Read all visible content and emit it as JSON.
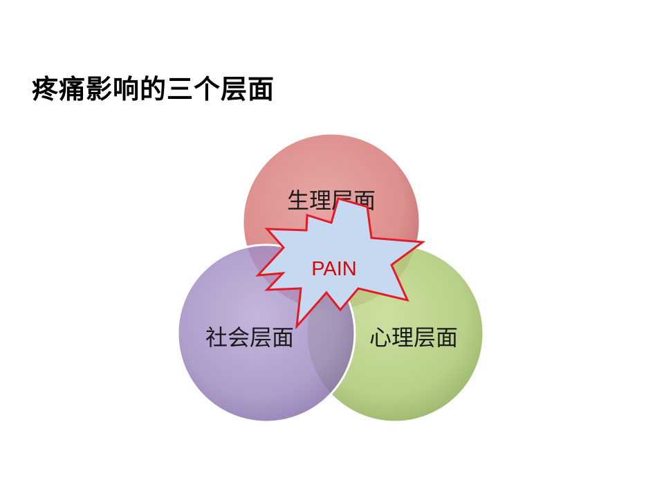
{
  "slide": {
    "title": "疼痛影响的三个层面"
  },
  "diagram": {
    "circles": [
      {
        "id": "physical",
        "label": "生理层面",
        "color": "#d9706f"
      },
      {
        "id": "social",
        "label": "社会层面",
        "color": "#9b82bd"
      },
      {
        "id": "psychological",
        "label": "心理层面",
        "color": "#a8c96a"
      }
    ],
    "center": {
      "label": "PAIN",
      "fill": "#c9dbf1",
      "stroke": "#e51b24"
    }
  }
}
